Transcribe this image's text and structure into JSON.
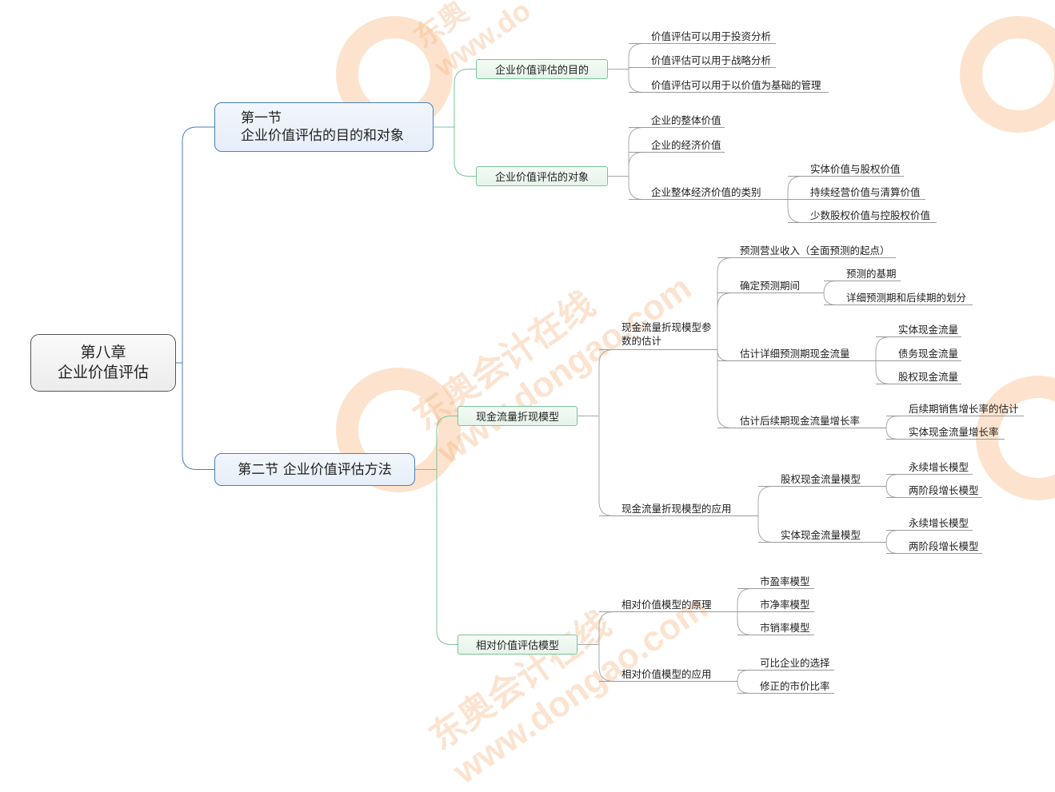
{
  "watermark": "东奥会计在线 www.dongao.com",
  "colors": {
    "root_line": "#4a7fc1",
    "section_line": "#7bc597",
    "leaf_line": "#a8a8a8",
    "watermark": "#f7a15a"
  },
  "root": {
    "line1": "第八章",
    "line2": "企业价值评估"
  },
  "section1": {
    "line1": "第一节",
    "line2": "企业价值评估的目的和对象",
    "purpose": {
      "label": "企业价值评估的目的",
      "items": [
        "价值评估可以用于投资分析",
        "价值评估可以用于战略分析",
        "价值评估可以用于以价值为基础的管理"
      ]
    },
    "object": {
      "label": "企业价值评估的对象",
      "items": [
        "企业的整体价值",
        "企业的经济价值",
        "企业整体经济价值的类别"
      ],
      "categories": [
        "实体价值与股权价值",
        "持续经营价值与清算价值",
        "少数股权价值与控股权价值"
      ]
    }
  },
  "section2": {
    "label": "第二节 企业价值评估方法",
    "dcf": {
      "label": "现金流量折现模型",
      "params": {
        "label": "现金流量折现模型参数的估计",
        "items": [
          "预测营业收入（全面预测的起点）",
          "确定预测期间",
          "估计详细预测期现金流量",
          "估计后续期现金流量增长率"
        ],
        "period": [
          "预测的基期",
          "详细预测期和后续期的划分"
        ],
        "detail_cf": [
          "实体现金流量",
          "债务现金流量",
          "股权现金流量"
        ],
        "growth": [
          "后续期销售增长率的估计",
          "实体现金流量增长率"
        ]
      },
      "application": {
        "label": "现金流量折现模型的应用",
        "equity": {
          "label": "股权现金流量模型",
          "items": [
            "永续增长模型",
            "两阶段增长模型"
          ]
        },
        "entity": {
          "label": "实体现金流量模型",
          "items": [
            "永续增长模型",
            "两阶段增长模型"
          ]
        }
      }
    },
    "relative": {
      "label": "相对价值评估模型",
      "principle": {
        "label": "相对价值模型的原理",
        "items": [
          "市盈率模型",
          "市净率模型",
          "市销率模型"
        ]
      },
      "application": {
        "label": "相对价值模型的应用",
        "items": [
          "可比企业的选择",
          "修正的市价比率"
        ]
      }
    }
  }
}
